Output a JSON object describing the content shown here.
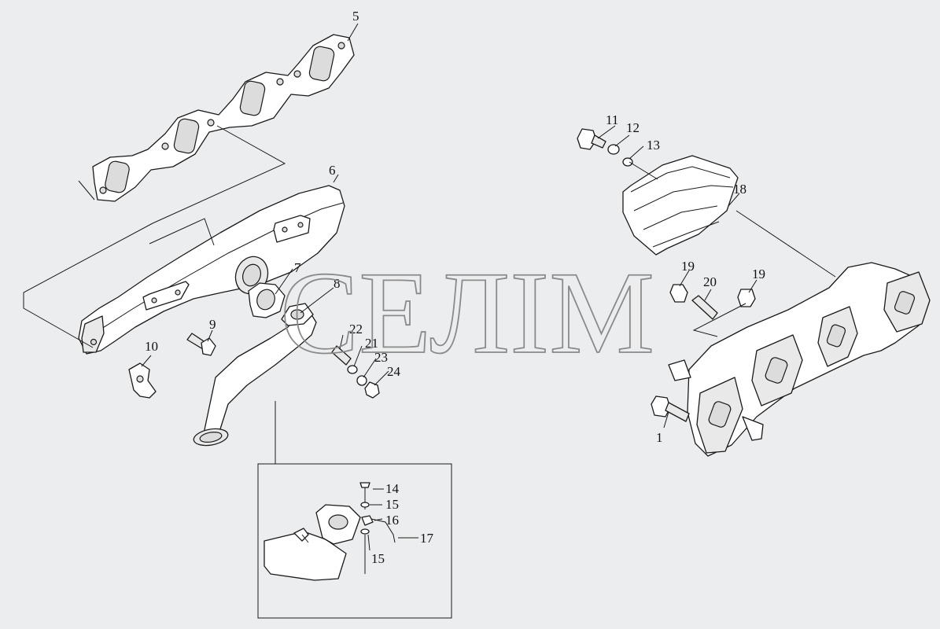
{
  "watermark": "СЕЛІМ",
  "callouts": {
    "c1": "1",
    "c5": "5",
    "c6": "6",
    "c7": "7",
    "c8": "8",
    "c9": "9",
    "c10": "10",
    "c11": "11",
    "c12": "12",
    "c13": "13",
    "c18": "18",
    "c19a": "19",
    "c19b": "19",
    "c20": "20",
    "c21": "21",
    "c22": "22",
    "c23": "23",
    "c24": "24"
  },
  "inset_callouts": {
    "c14": "14",
    "c15a": "15",
    "c15b": "15",
    "c16": "16",
    "c17": "17"
  }
}
